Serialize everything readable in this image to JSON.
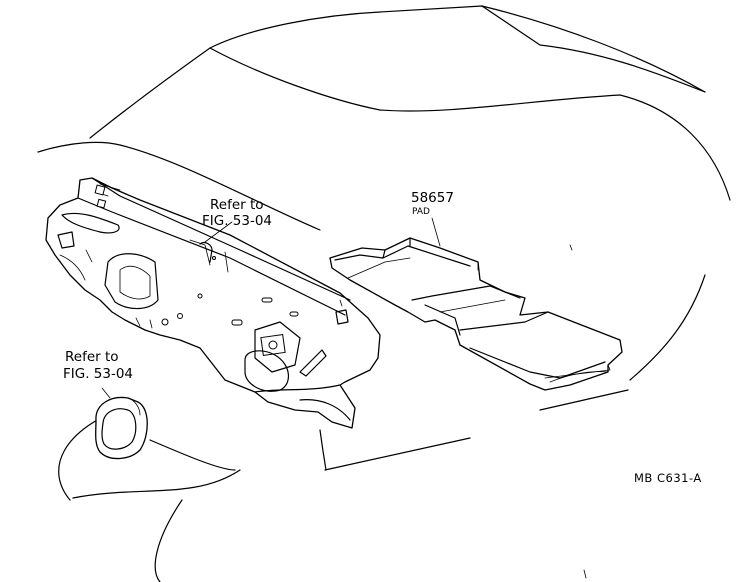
{
  "callouts": {
    "dash_panel_ref": {
      "line1": "Refer to",
      "line2": "FIG. 53-04"
    },
    "cap_ref": {
      "line1": "Refer to",
      "line2": "FIG. 53-04"
    },
    "pad": {
      "part_number": "58657",
      "part_name": "PAD"
    }
  },
  "figure_code": "MB  C631-A"
}
